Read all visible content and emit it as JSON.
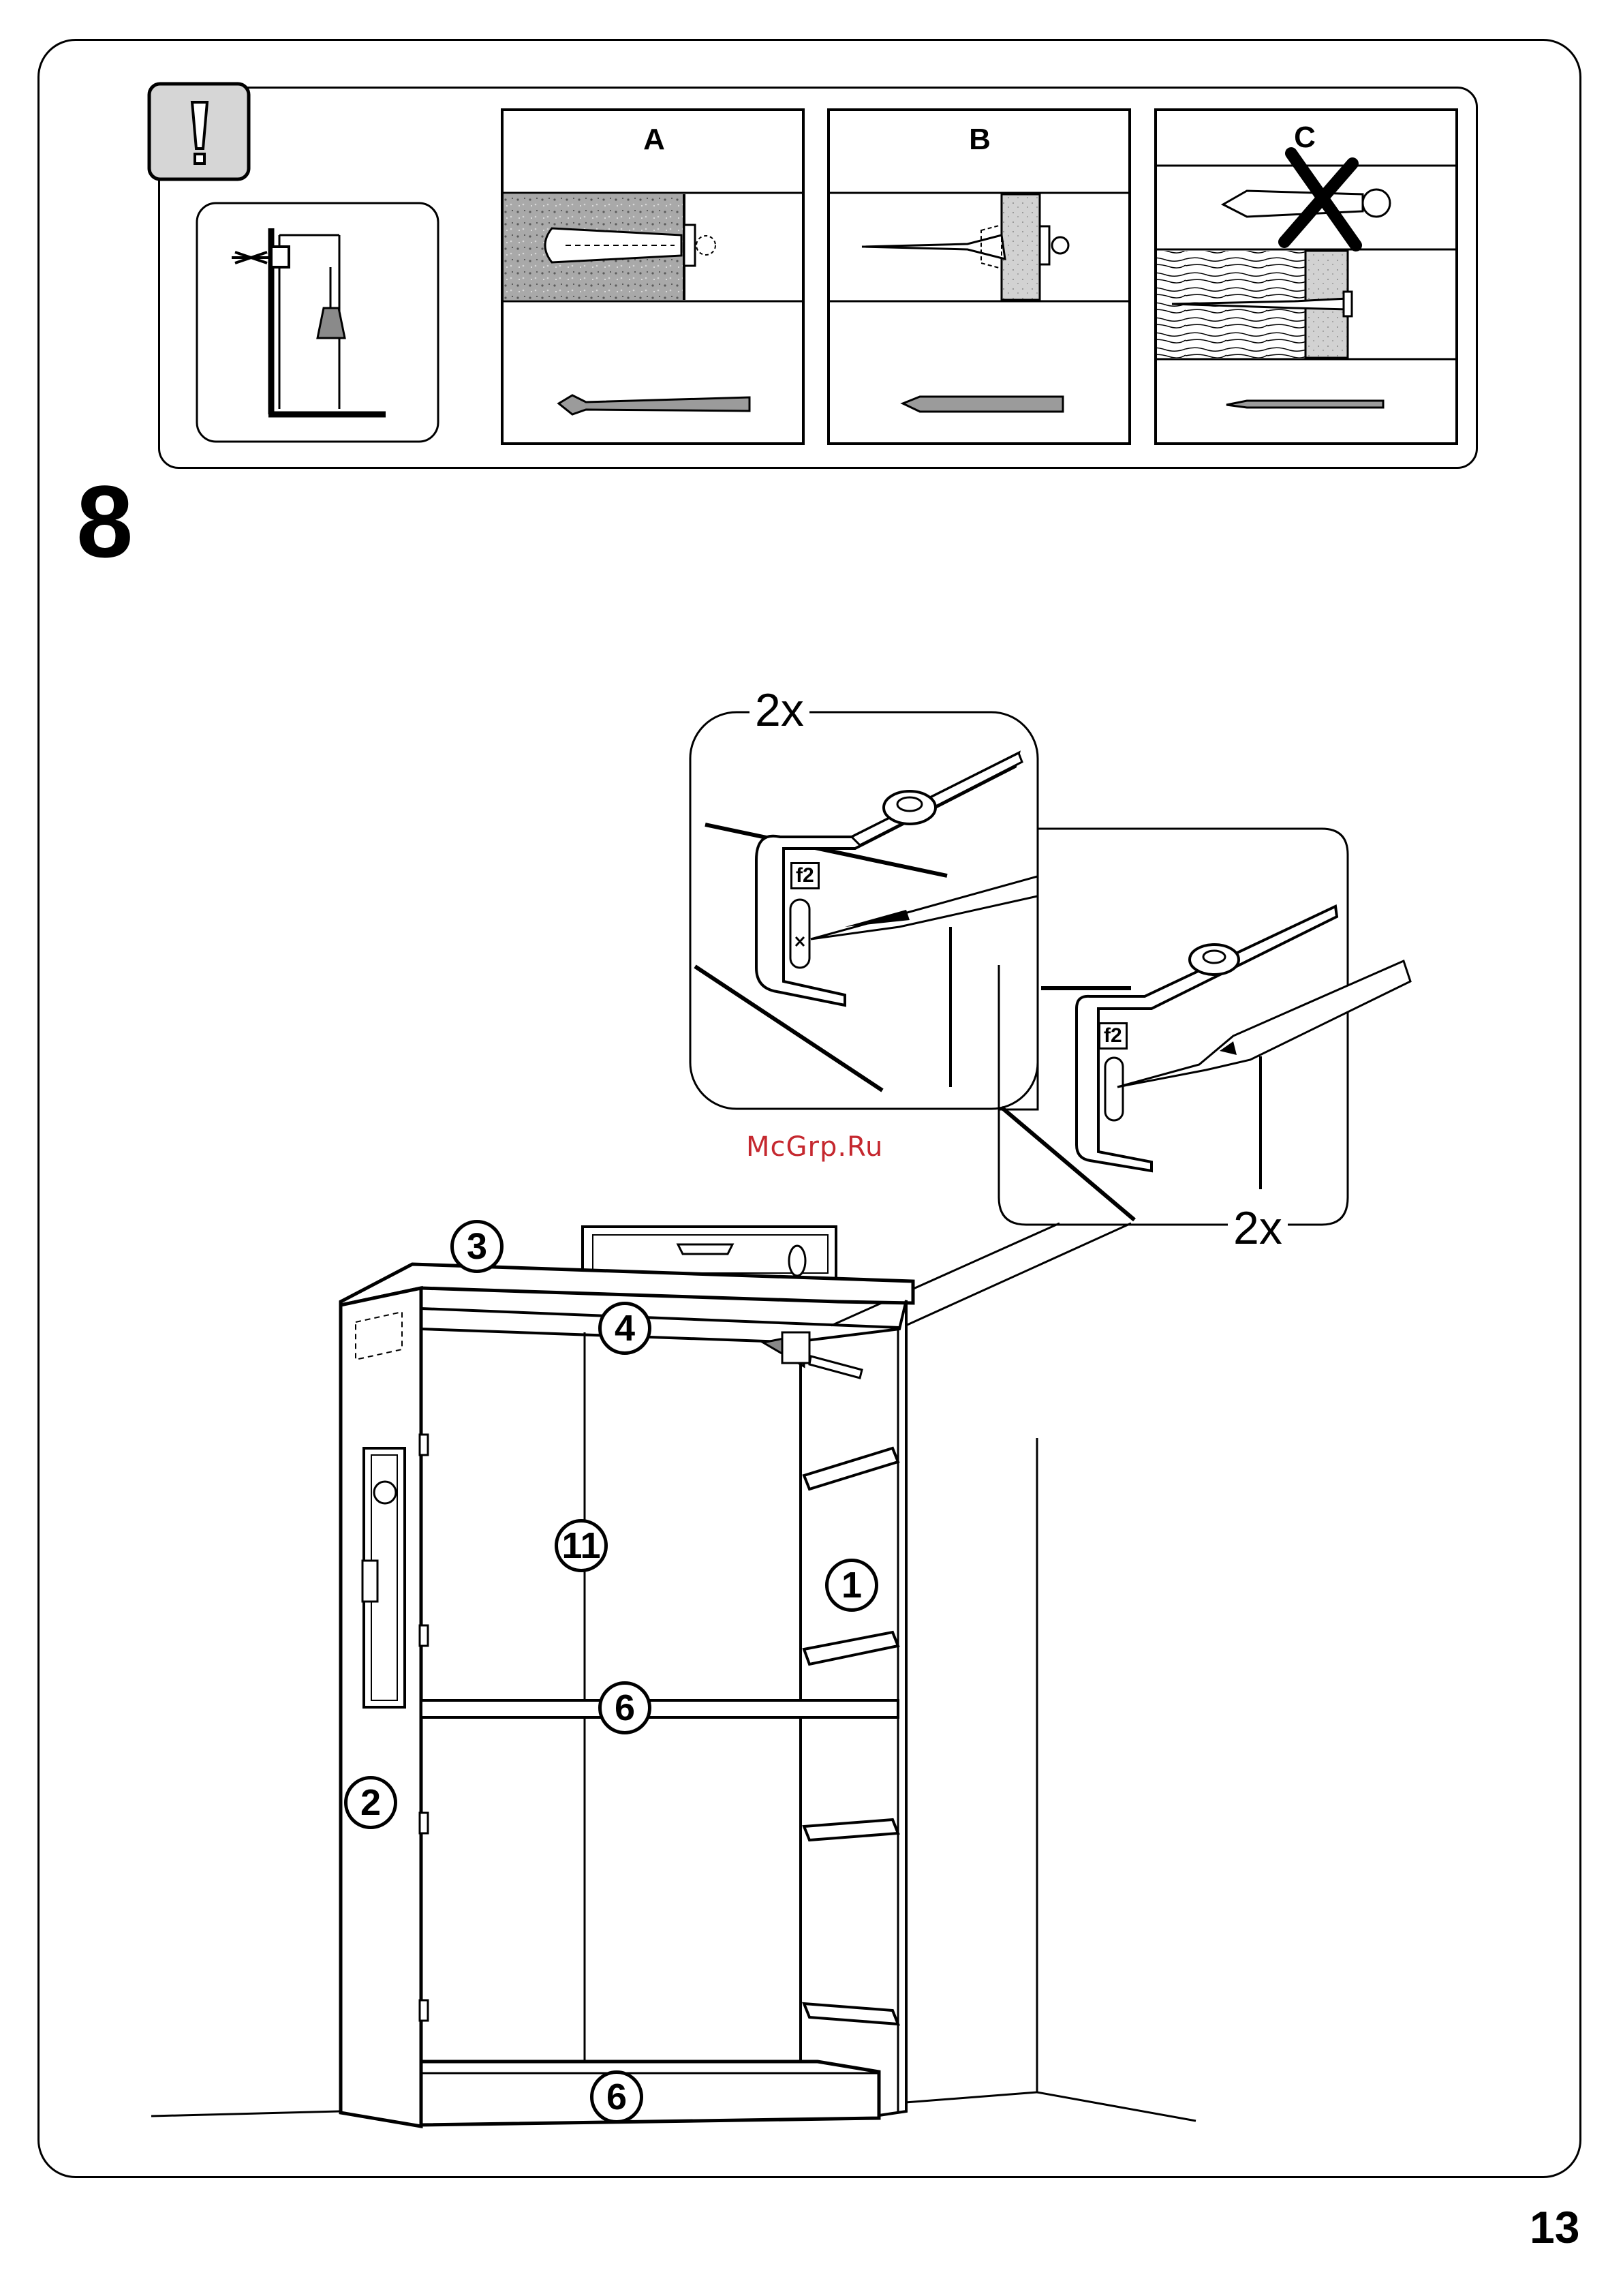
{
  "warning": {
    "icon": "exclamation-icon",
    "panels": [
      {
        "label": "A"
      },
      {
        "label": "B"
      },
      {
        "label": "C"
      }
    ]
  },
  "step": {
    "number": "8"
  },
  "details": {
    "left_quantity": "2x",
    "right_quantity": "2x",
    "part_tag": "f2"
  },
  "parts": {
    "top": "3",
    "rail": "4",
    "back": "11",
    "right_side": "1",
    "shelf": "6",
    "left_side": "2",
    "bottom": "6"
  },
  "watermark": "McGrp.Ru",
  "page_number": "13"
}
